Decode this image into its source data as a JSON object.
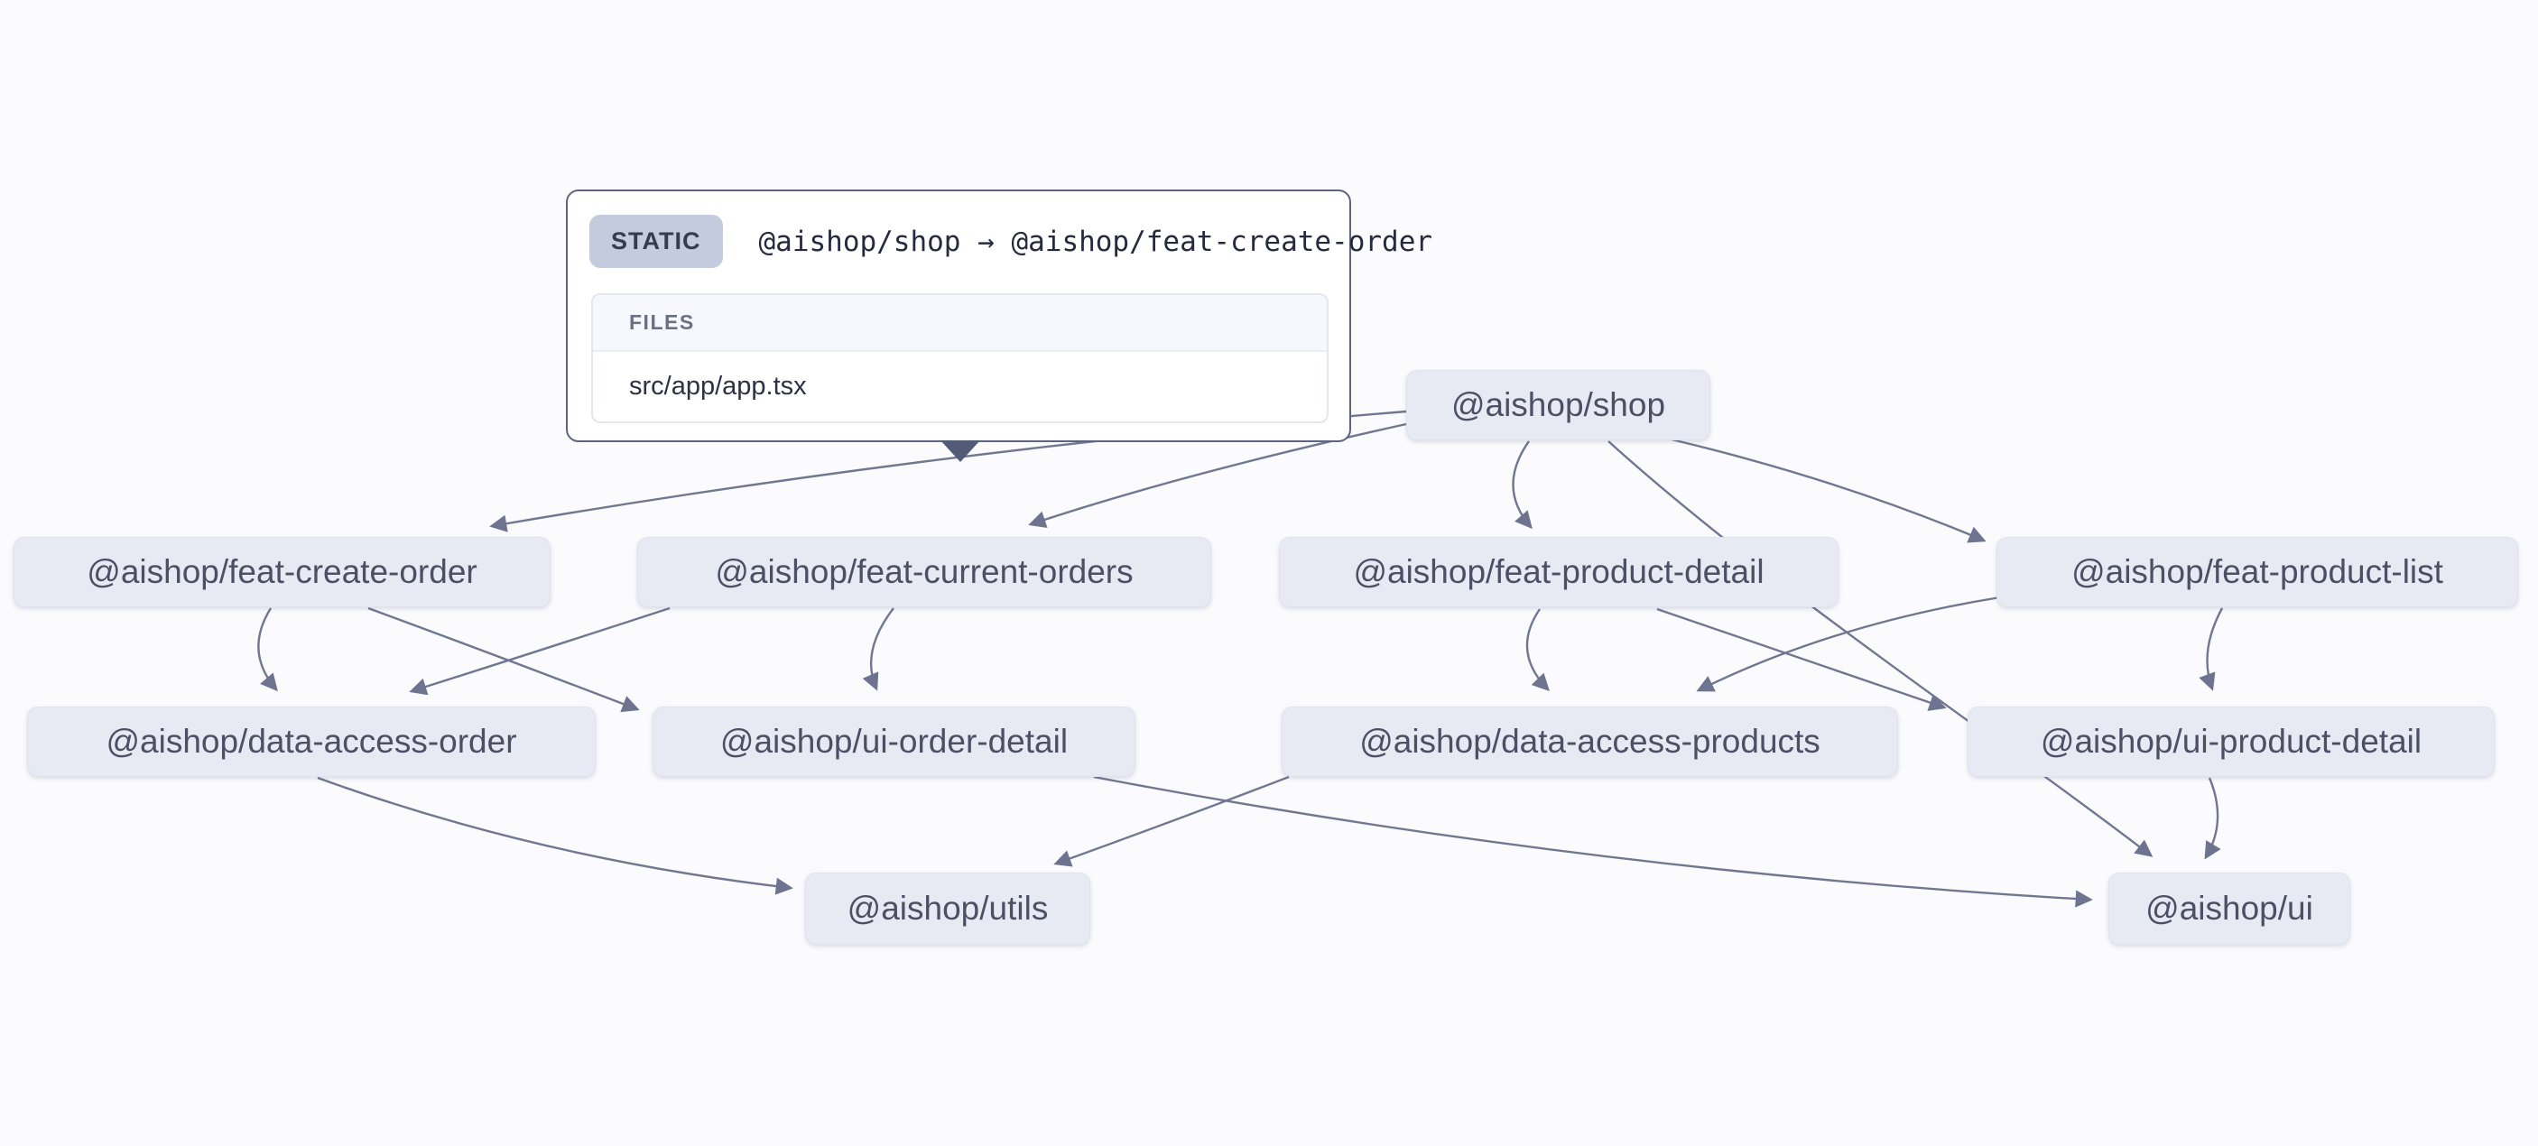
{
  "tooltip": {
    "type_badge": "STATIC",
    "edge_label": "@aishop/shop → @aishop/feat-create-order",
    "files_header": "FILES",
    "files": [
      "src/app/app.tsx"
    ]
  },
  "graph": {
    "nodes": [
      {
        "id": "shop",
        "label": "@aishop/shop"
      },
      {
        "id": "feat-create-order",
        "label": "@aishop/feat-create-order"
      },
      {
        "id": "feat-current-orders",
        "label": "@aishop/feat-current-orders"
      },
      {
        "id": "feat-product-detail",
        "label": "@aishop/feat-product-detail"
      },
      {
        "id": "feat-product-list",
        "label": "@aishop/feat-product-list"
      },
      {
        "id": "data-access-order",
        "label": "@aishop/data-access-order"
      },
      {
        "id": "ui-order-detail",
        "label": "@aishop/ui-order-detail"
      },
      {
        "id": "data-access-products",
        "label": "@aishop/data-access-products"
      },
      {
        "id": "ui-product-detail",
        "label": "@aishop/ui-product-detail"
      },
      {
        "id": "utils",
        "label": "@aishop/utils"
      },
      {
        "id": "ui",
        "label": "@aishop/ui"
      }
    ],
    "edges": [
      {
        "from": "shop",
        "to": "feat-create-order",
        "type": "static",
        "selected": true
      },
      {
        "from": "shop",
        "to": "feat-current-orders"
      },
      {
        "from": "shop",
        "to": "feat-product-detail"
      },
      {
        "from": "shop",
        "to": "feat-product-list"
      },
      {
        "from": "shop",
        "to": "ui"
      },
      {
        "from": "feat-create-order",
        "to": "data-access-order"
      },
      {
        "from": "feat-create-order",
        "to": "ui-order-detail"
      },
      {
        "from": "feat-current-orders",
        "to": "data-access-order"
      },
      {
        "from": "feat-current-orders",
        "to": "ui-order-detail"
      },
      {
        "from": "feat-product-detail",
        "to": "data-access-products"
      },
      {
        "from": "feat-product-detail",
        "to": "ui-product-detail"
      },
      {
        "from": "feat-product-list",
        "to": "data-access-products"
      },
      {
        "from": "feat-product-list",
        "to": "ui-product-detail"
      },
      {
        "from": "data-access-order",
        "to": "utils"
      },
      {
        "from": "data-access-products",
        "to": "utils"
      },
      {
        "from": "ui-order-detail",
        "to": "ui"
      },
      {
        "from": "ui-product-detail",
        "to": "ui"
      }
    ]
  },
  "colors": {
    "canvas_bg": "#fbfbfd",
    "node_bg": "#e8eaf3",
    "node_text": "#4b5064",
    "edge": "#717791",
    "tooltip_border": "#5d6480",
    "badge_bg": "#c5cbdf",
    "badge_text": "#343b53"
  }
}
